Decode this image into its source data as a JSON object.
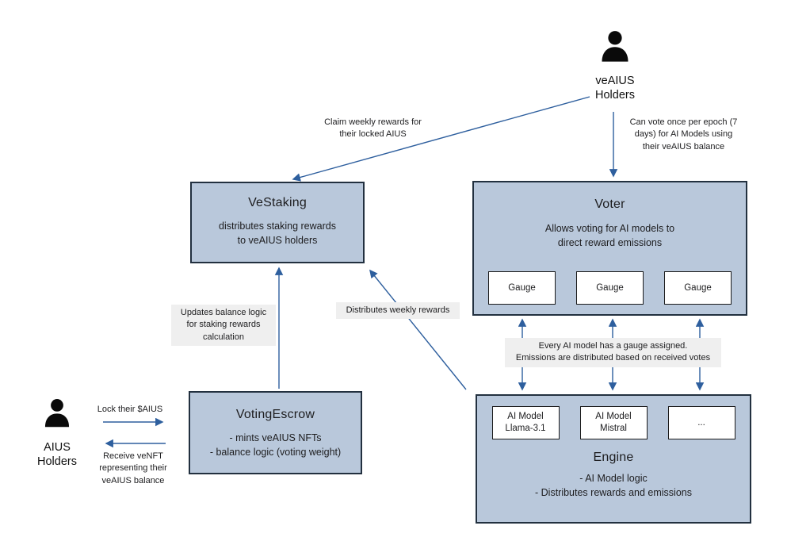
{
  "colors": {
    "box_fill": "#b9c8db",
    "box_border": "#22303f",
    "subbox_fill": "#ffffff",
    "subbox_border": "#1a1a1a",
    "arrow": "#2e5f9e",
    "label_bg": "#efefef",
    "text": "#1d1d1f",
    "actor": "#0a0a0a"
  },
  "actors": {
    "veaius": {
      "label": "veAIUS\nHolders"
    },
    "aius": {
      "label": "AIUS\nHolders"
    }
  },
  "nodes": {
    "vestaking": {
      "title": "VeStaking",
      "body": "distributes staking rewards\nto veAIUS holders"
    },
    "voter": {
      "title": "Voter",
      "body": "Allows voting for AI models to\ndirect reward emissions",
      "gauges": [
        "Gauge",
        "Gauge",
        "Gauge"
      ]
    },
    "votingescrow": {
      "title": "VotingEscrow",
      "body": "- mints veAIUS NFTs\n- balance logic (voting weight)"
    },
    "engine": {
      "title": "Engine",
      "body": "- AI Model logic\n- Distributes rewards and emissions",
      "models": [
        "AI Model\nLlama-3.1",
        "AI Model\nMistral",
        "..."
      ]
    }
  },
  "edge_labels": {
    "claim_rewards": "Claim weekly rewards for\ntheir locked AIUS",
    "vote_per_epoch": "Can vote once per epoch (7\ndays)  for AI Models using\ntheir veAIUS balance",
    "lock_aius": "Lock their $AIUS",
    "receive_venft": "Receive veNFT\nrepresenting their\nveAIUS balance",
    "updates_balance": "Updates balance logic\nfor staking rewards\ncalculation",
    "distributes_weekly": "Distributes weekly rewards",
    "gauge_assignment": "Every AI model has a gauge assigned.\nEmissions are distributed based on received votes"
  }
}
